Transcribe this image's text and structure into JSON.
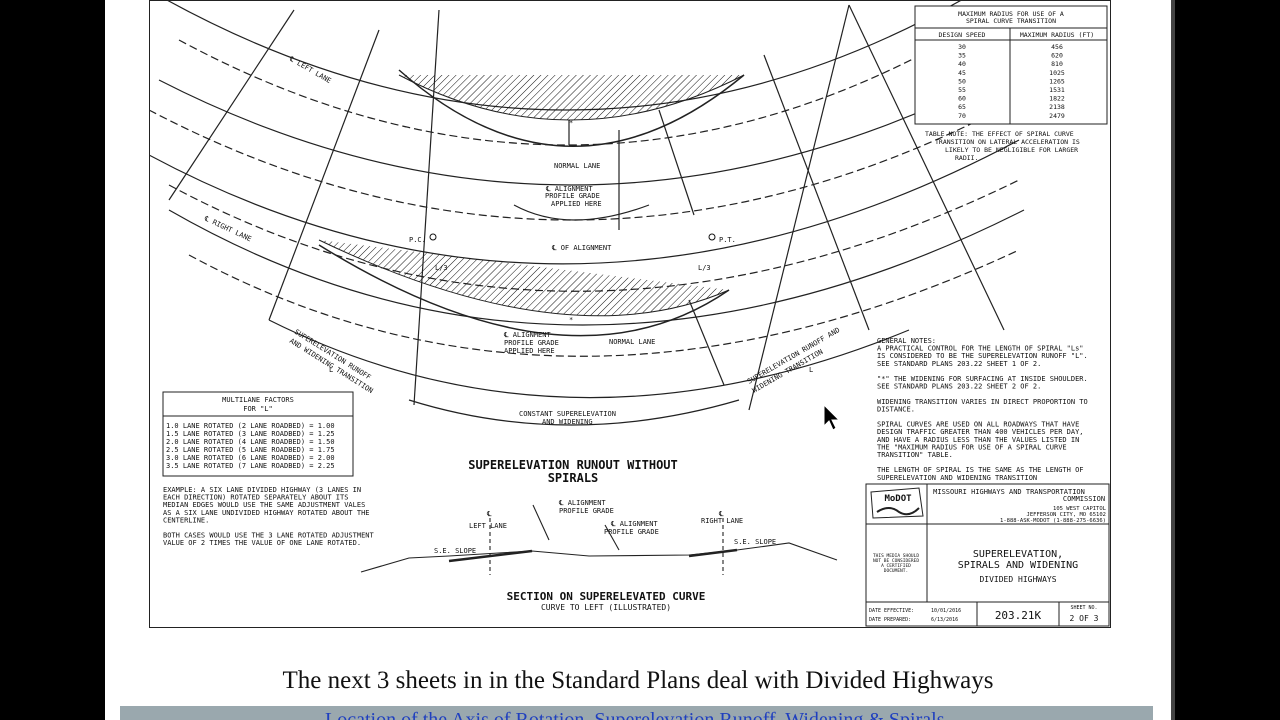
{
  "caption": "The next 3 sheets in in the Standard Plans deal with Divided Highways",
  "bottom_link": "Location of the Axis of Rotation, Superelevation Runoff, Widening & Spirals",
  "plan": {
    "labels": {
      "left_lane": "℄ LEFT LANE",
      "right_lane": "℄ RIGHT LANE",
      "normal_lane_1": "NORMAL LANE",
      "normal_lane_2": "NORMAL LANE",
      "alignment_1": [
        "℄ ALIGNMENT",
        "PROFILE GRADE",
        "APPLIED HERE"
      ],
      "alignment_2": [
        "℄ ALIGNMENT",
        "PROFILE GRADE",
        "APPLIED HERE"
      ],
      "cl_alignment": "℄ OF ALIGNMENT",
      "pc": "P.C.",
      "pt": "P.T.",
      "l3": "L/3",
      "runoff_left": [
        "SUPERELEVATION RUNOFF",
        "AND WIDENING TRANSITION"
      ],
      "runoff_right": [
        "SUPERELEVATION RUNOFF AND",
        "WIDENING TRANSITION"
      ],
      "l_mark": "L",
      "constant": [
        "CONSTANT SUPERELEVATION",
        "AND WIDENING"
      ],
      "star": "*",
      "runout_title": [
        "SUPERELEVATION RUNOUT WITHOUT",
        "SPIRALS"
      ]
    },
    "radius_table": {
      "title": [
        "MAXIMUM RADIUS FOR USE OF A",
        "SPIRAL CURVE TRANSITION"
      ],
      "headers": [
        "DESIGN SPEED",
        "MAXIMUM RADIUS (FT)"
      ],
      "rows": [
        [
          "30",
          "456"
        ],
        [
          "35",
          "620"
        ],
        [
          "40",
          "810"
        ],
        [
          "45",
          "1025"
        ],
        [
          "50",
          "1265"
        ],
        [
          "55",
          "1531"
        ],
        [
          "60",
          "1822"
        ],
        [
          "65",
          "2138"
        ],
        [
          "70",
          "2479"
        ]
      ],
      "note": [
        "TABLE NOTE: THE EFFECT OF SPIRAL CURVE",
        "TRANSITION ON LATERAL ACCELERATION IS",
        "LIKELY TO BE NEGLIGIBLE FOR LARGER",
        "RADII."
      ]
    },
    "multilane": {
      "title": [
        "MULTILANE FACTORS",
        "FOR \"L\""
      ],
      "rows": [
        "1.0 LANE ROTATED (2 LANE ROADBED) = 1.00",
        "1.5 LANE ROTATED (3 LANE ROADBED) = 1.25",
        "2.0 LANE ROTATED (4 LANE ROADBED) = 1.50",
        "2.5 LANE ROTATED (5 LANE ROADBED) = 1.75",
        "3.0 LANE ROTATED (6 LANE ROADBED) = 2.00",
        "3.5 LANE ROTATED (7 LANE ROADBED) = 2.25"
      ]
    },
    "example": [
      "EXAMPLE:  A SIX LANE DIVIDED HIGHWAY (3 LANES IN",
      "EACH DIRECTION) ROTATED SEPARATELY ABOUT ITS",
      "MEDIAN EDGES WOULD USE THE SAME ADJUSTMENT VALES",
      "AS A SIX LANE UNDIVIDED HIGHWAY ROTATED ABOUT THE",
      "CENTERLINE.",
      "",
      "BOTH CASES WOULD USE THE 3 LANE ROTATED ADJUSTMENT",
      "VALUE OF 2 TIMES THE VALUE OF ONE LANE ROTATED."
    ],
    "general_notes": [
      "GENERAL NOTES:",
      "A PRACTICAL CONTROL FOR THE LENGTH OF SPIRAL \"Ls\"",
      "IS CONSIDERED TO BE THE SUPERELEVATION RUNOFF \"L\".",
      "SEE STANDARD PLANS 203.22 SHEET 1 OF 2.",
      "",
      "\"*\" THE WIDENING FOR SURFACING AT INSIDE SHOULDER.",
      "SEE STANDARD PLANS 203.22 SHEET 2 OF 2.",
      "",
      "WIDENING TRANSITION VARIES IN DIRECT PROPORTION TO",
      "DISTANCE.",
      "",
      "SPIRAL CURVES ARE USED ON ALL ROADWAYS THAT HAVE",
      "DESIGN TRAFFIC GREATER THAN 400 VEHICLES PER DAY,",
      "AND HAVE A RADIUS LESS THAN THE VALUES LISTED IN",
      "THE \"MAXIMUM RADIUS FOR USE OF A SPIRAL CURVE",
      "TRANSITION\" TABLE.",
      "",
      "THE LENGTH OF SPIRAL IS THE SAME AS THE LENGTH OF",
      "SUPERELEVATION AND WIDENING TRANSITION"
    ],
    "section": {
      "alignment_1": [
        "℄ ALIGNMENT",
        "PROFILE GRADE"
      ],
      "alignment_2": [
        "℄ ALIGNMENT",
        "PROFILE GRADE"
      ],
      "left_lane": [
        "℄",
        "LEFT LANE"
      ],
      "right_lane": [
        "℄",
        "RIGHT LANE"
      ],
      "se_slope": "S.E. SLOPE",
      "title": "SECTION ON SUPERELEVATED CURVE",
      "subtitle": "CURVE TO LEFT (ILLUSTRATED)"
    },
    "title_block": {
      "logo_text": "MoDOT",
      "agency": [
        "MISSOURI HIGHWAYS AND TRANSPORTATION",
        "COMMISSION"
      ],
      "address": [
        "105 WEST CAPITOL",
        "JEFFERSON CITY, MO 65102",
        "1-888-ASK-MODOT (1-888-275-6636)"
      ],
      "stamp": [
        "THIS MEDIA SHOULD",
        "NOT BE CONSIDERED",
        "A CERTIFIED",
        "DOCUMENT."
      ],
      "title": [
        "SUPERELEVATION,",
        "SPIRALS AND WIDENING"
      ],
      "subtitle": "DIVIDED HIGHWAYS",
      "date_effective_label": "DATE EFFECTIVE:",
      "date_effective": "10/01/2016",
      "date_prepared_label": "DATE PREPARED:",
      "date_prepared": "6/13/2016",
      "plan_number": "203.21K",
      "sheet_label": "SHEET NO.",
      "sheet": "2 OF 3"
    }
  }
}
